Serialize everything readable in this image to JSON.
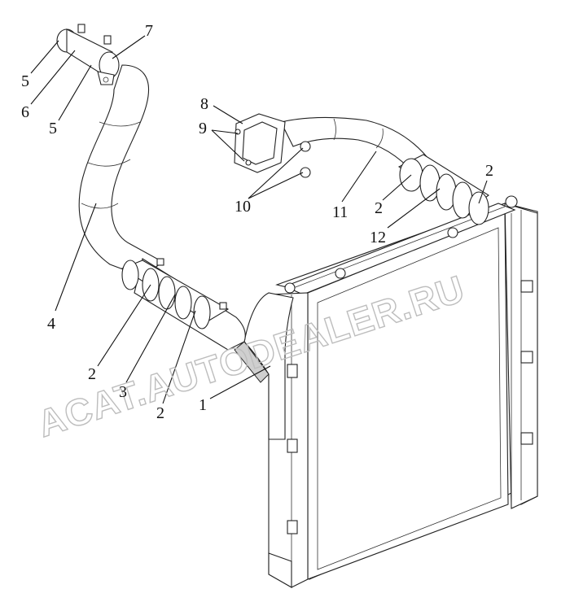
{
  "labels": [
    {
      "id": "l5a",
      "text": "5"
    },
    {
      "id": "l6",
      "text": "6"
    },
    {
      "id": "l5b",
      "text": "5"
    },
    {
      "id": "l7",
      "text": "7"
    },
    {
      "id": "l8",
      "text": "8"
    },
    {
      "id": "l9",
      "text": "9"
    },
    {
      "id": "l10",
      "text": "10"
    },
    {
      "id": "l11",
      "text": "11"
    },
    {
      "id": "l2a",
      "text": "2"
    },
    {
      "id": "l2b",
      "text": "2"
    },
    {
      "id": "l12",
      "text": "12"
    },
    {
      "id": "l4",
      "text": "4"
    },
    {
      "id": "l2c",
      "text": "2"
    },
    {
      "id": "l3",
      "text": "3"
    },
    {
      "id": "l2d",
      "text": "2"
    },
    {
      "id": "l1",
      "text": "1"
    }
  ],
  "watermark": "ACAT.AUTODEALER.RU"
}
